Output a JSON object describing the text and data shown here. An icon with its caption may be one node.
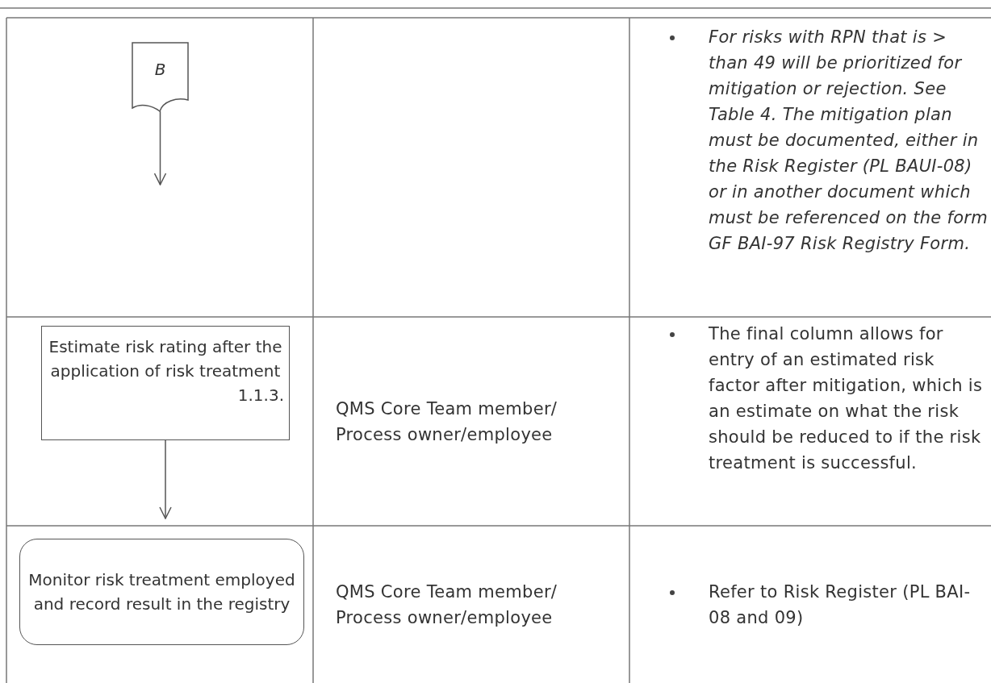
{
  "diagram": {
    "nodes": [
      {
        "text": [
          "B"
        ]
      },
      {
        "text": [
          "Estimate risk rating after the application of risk treatment",
          "1.1.3."
        ]
      },
      {
        "text": [
          "Monitor risk treatment employed and record result in the registry"
        ]
      }
    ],
    "edges": [
      {
        "from": 0,
        "to": null,
        "arrow": "to"
      },
      {
        "from": 1,
        "to": 2,
        "arrow": "to"
      }
    ],
    "labels": [
      "For risks with RPN that is > than 49 will be prioritized for mitigation or rejection. See Table 4. The mitigation plan must be documented, either in the Risk Register (PL BAUI-08) or in another document which must be referenced on the form GF BAI-97 Risk Registry Form.",
      "QMS Core Team member/ Process owner/employee",
      "The final column allows for entry of an estimated risk factor after mitigation, which is an estimate on what the risk should be reduced to if the risk treatment is successful.",
      "QMS Core Team member/ Process owner/employee",
      "Refer to Risk Register (PL BAI-08 and 09)"
    ]
  }
}
